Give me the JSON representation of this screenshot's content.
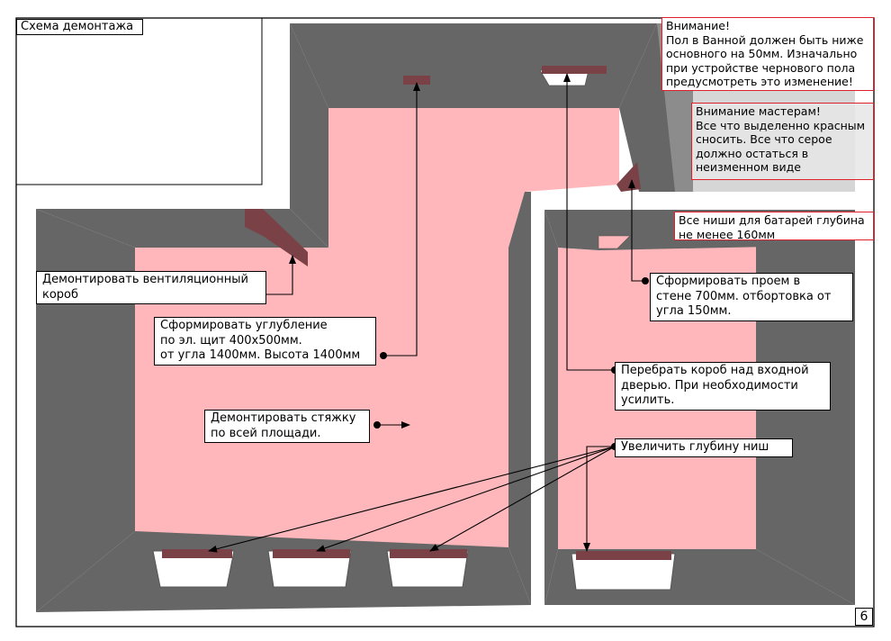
{
  "title": "Схема демонтажа",
  "page_number": "6",
  "colors": {
    "demolish_area": "#ffb7bb",
    "keep_walls": "#666666",
    "keep_walls_light": "#8c8c8c",
    "demolish_elements": "#7a4146",
    "warning_border": "#e0202a"
  },
  "notes": {
    "bathroom_floor": {
      "lines": [
        "Внимание!",
        "Пол в Ванной должен быть ниже",
        "основного на 50мм. Изначально",
        "при устройстве чернового пола",
        "предусмотреть  это изменение!"
      ]
    },
    "masters": {
      "lines": [
        "Внимание мастерам!",
        "Все что выделенно красным",
        "сносить. Все что серое",
        "должно остаться в",
        "неизменном виде"
      ]
    },
    "radiator_niches": {
      "lines": [
        "Все ниши для батарей глубина",
        "не менее 160мм"
      ]
    }
  },
  "callouts": {
    "vent_box": {
      "lines": [
        "Демонтировать вентиляционный",
        "короб"
      ]
    },
    "panel_recess": {
      "lines": [
        "Сформировать углубление",
        "по эл. щит 400х500мм.",
        "от угла 1400мм. Высота 1400мм"
      ]
    },
    "screed": {
      "lines": [
        "Демонтировать стяжку",
        "по всей площади."
      ]
    },
    "wall_opening": {
      "lines": [
        "Сформировать проем в",
        "стене 700мм. отбортовка от",
        "угла 150мм."
      ]
    },
    "door_box": {
      "lines": [
        "Перебрать короб над входной",
        "дверью. При необходимости",
        "усилить."
      ]
    },
    "niche_depth": {
      "lines": [
        "Увеличить глубину ниш"
      ]
    }
  }
}
